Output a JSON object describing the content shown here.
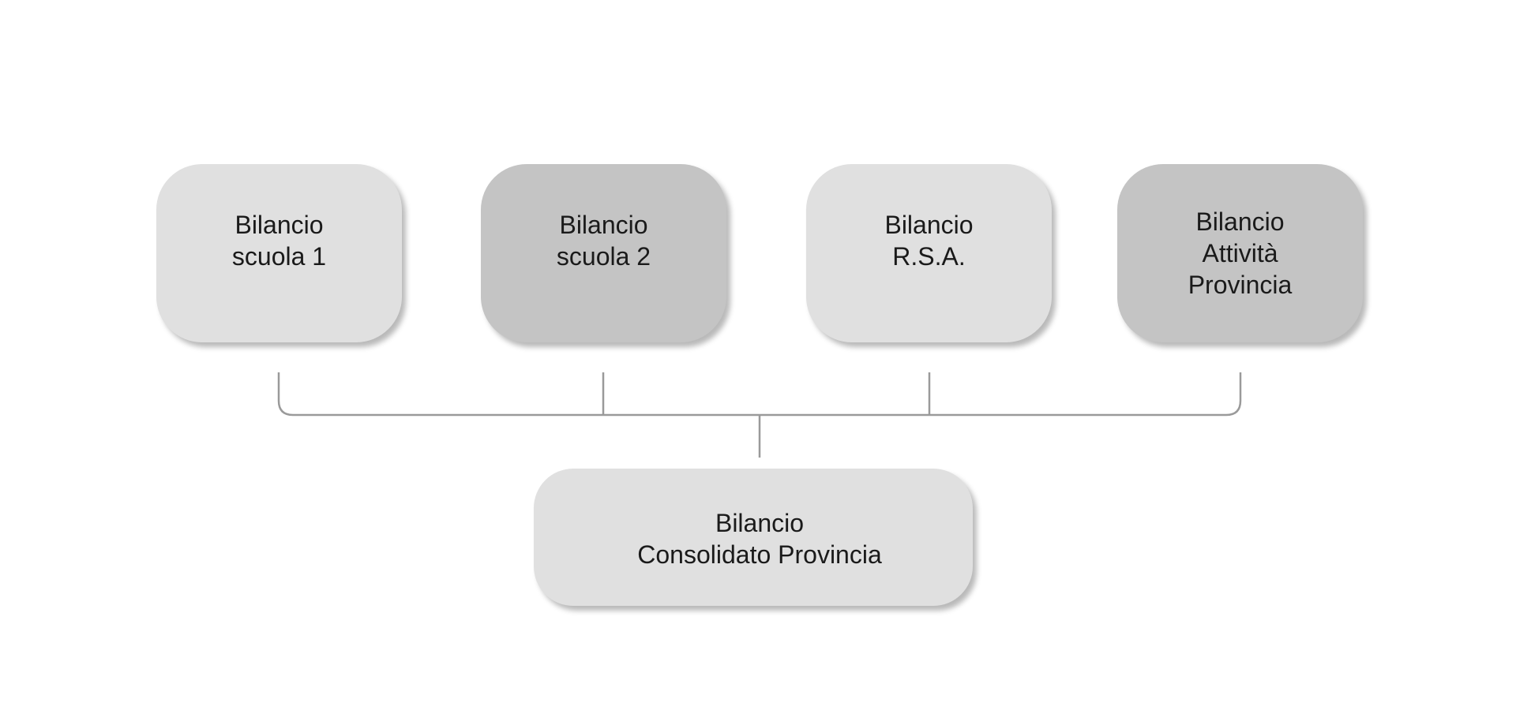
{
  "diagram": {
    "source_boxes": [
      {
        "id": "scuola1",
        "lines": [
          "Bilancio",
          "scuola 1"
        ]
      },
      {
        "id": "scuola2",
        "lines": [
          "Bilancio",
          "scuola 2"
        ]
      },
      {
        "id": "rsa",
        "lines": [
          "Bilancio",
          "R.S.A."
        ]
      },
      {
        "id": "attivita",
        "lines": [
          "Bilancio",
          "Attività",
          "Provincia"
        ]
      }
    ],
    "result_box": {
      "id": "consolidato",
      "lines": [
        "Bilancio",
        "Consolidato Provincia"
      ]
    }
  },
  "colors": {
    "box_light": "#e0e0e0",
    "box_dark": "#c4c4c4",
    "connector": "#999999",
    "text": "#1a1a1a",
    "background": "#ffffff"
  }
}
